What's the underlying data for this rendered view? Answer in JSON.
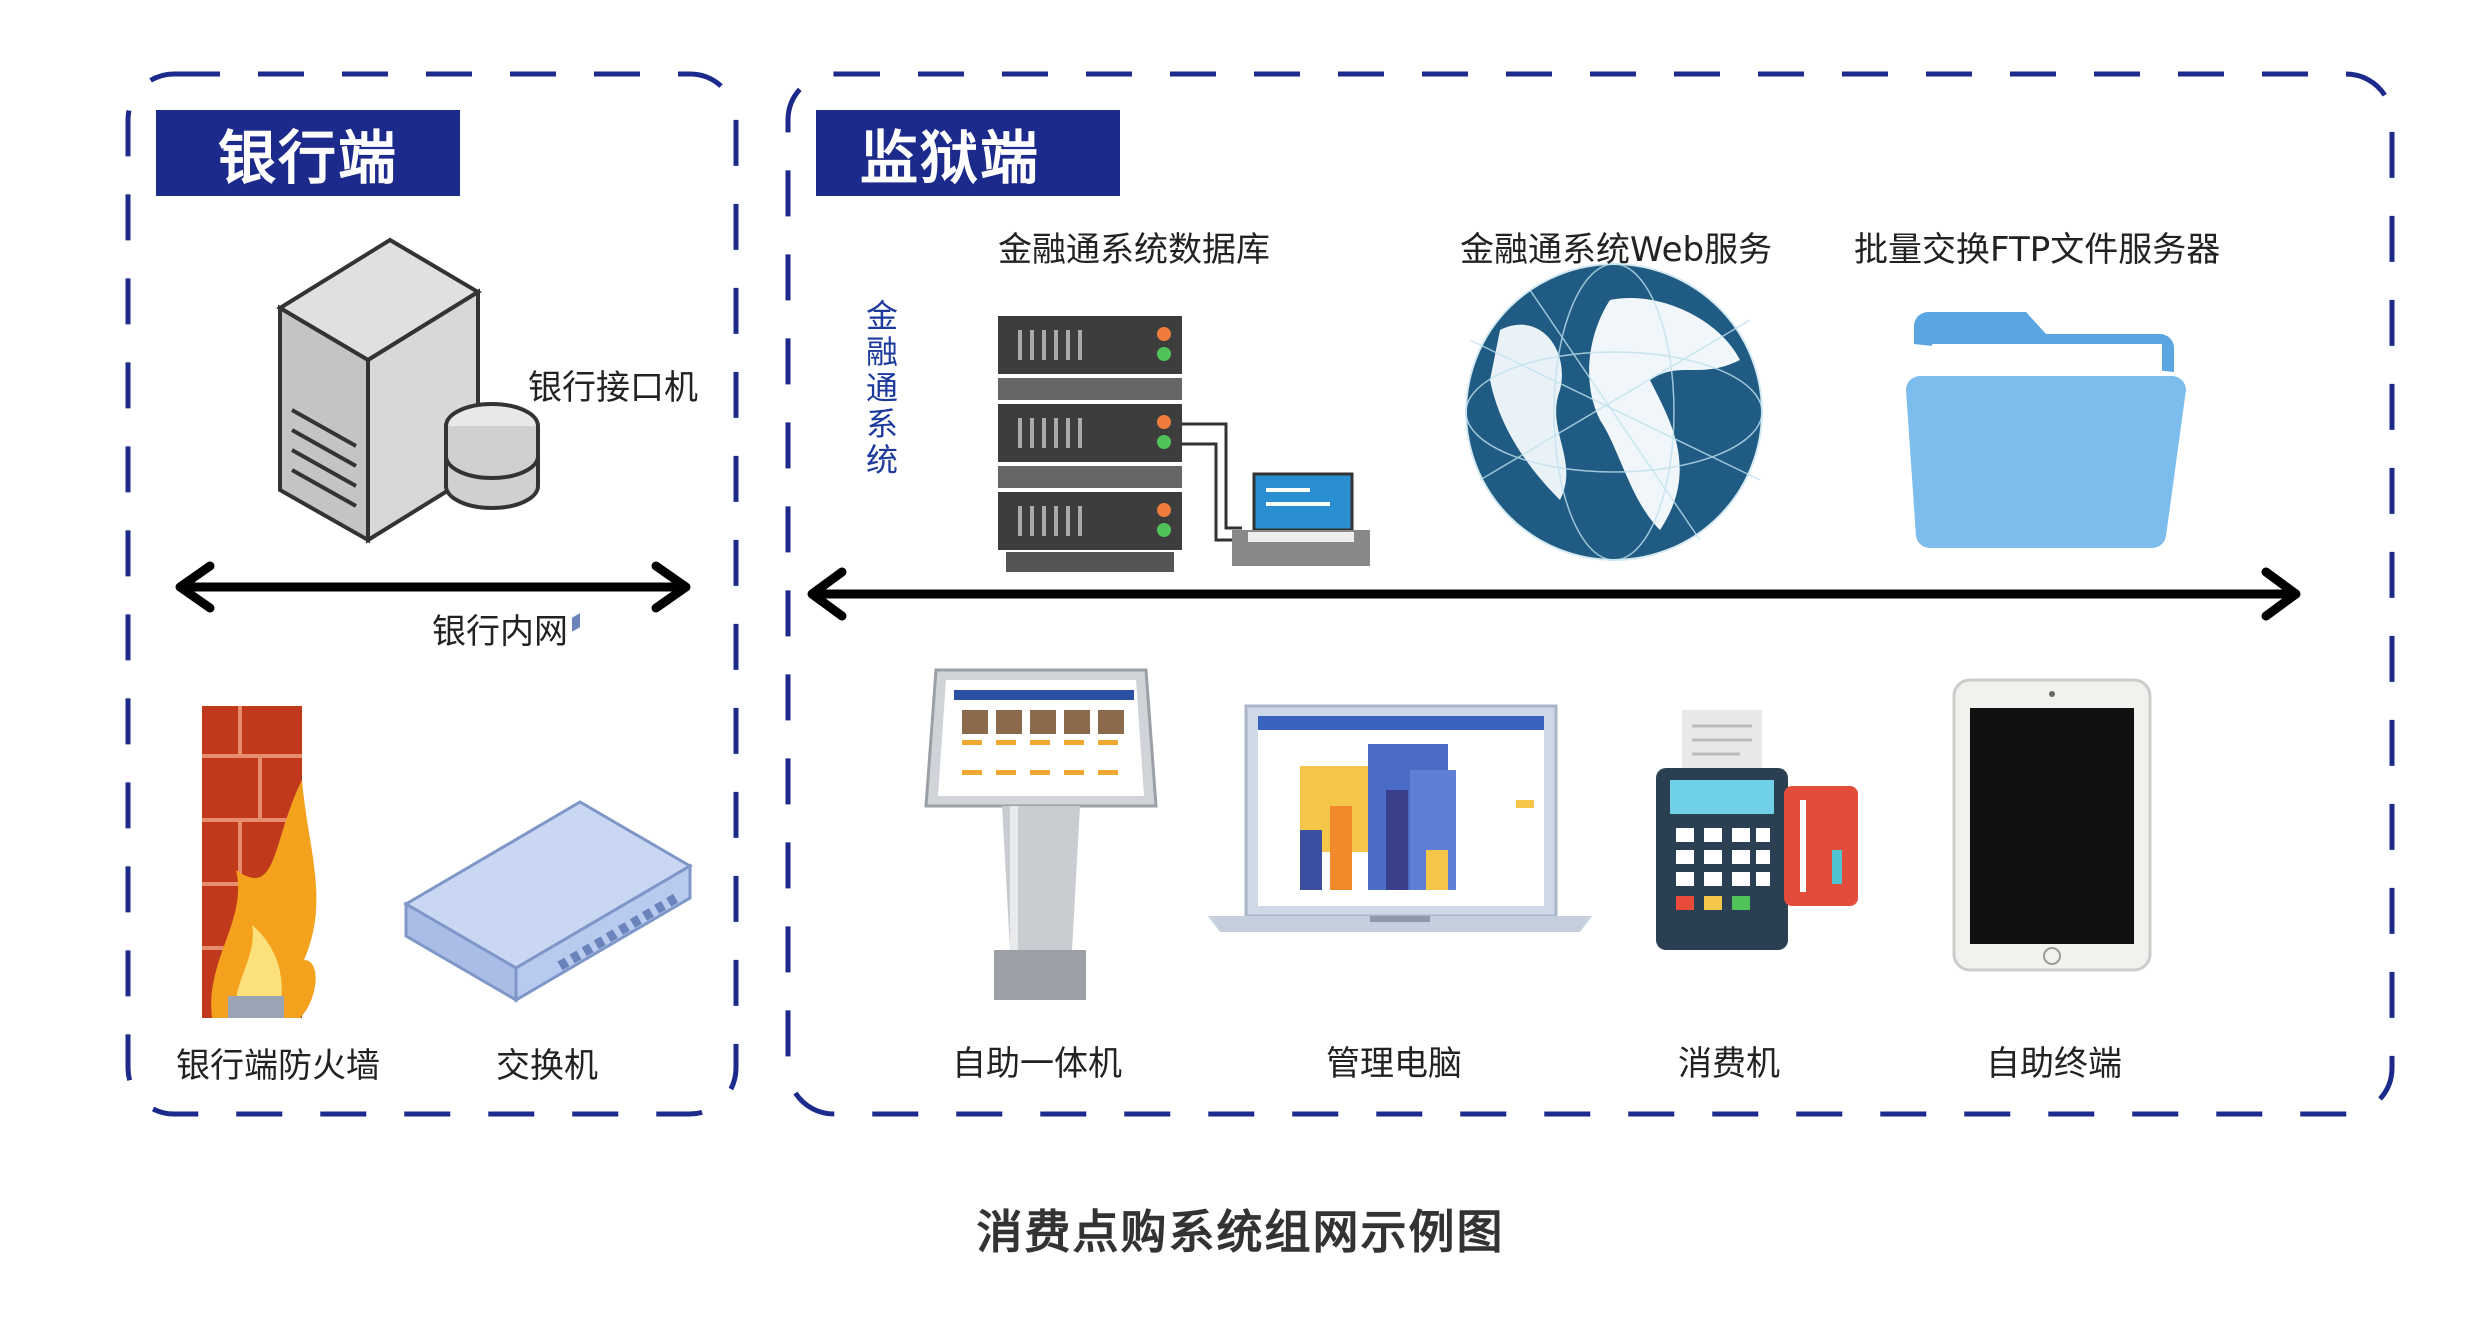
{
  "bank": {
    "title": "银行端",
    "interface_machine": "银行接口机",
    "intranet": "银行内网",
    "firewall": "银行端防火墙",
    "switch": "交换机"
  },
  "prison": {
    "title": "监狱端",
    "vertical_label": "金融通系统",
    "db": "金融通系统数据库",
    "web": "金融通系统Web服务",
    "ftp": "批量交换FTP文件服务器",
    "kiosk": "自助一体机",
    "pc": "管理电脑",
    "pos": "消费机",
    "tablet": "自助终端"
  },
  "caption": "消费点购系统组网示例图",
  "colors": {
    "accent": "#1c2a8c",
    "dash": "#1c2a8c"
  }
}
